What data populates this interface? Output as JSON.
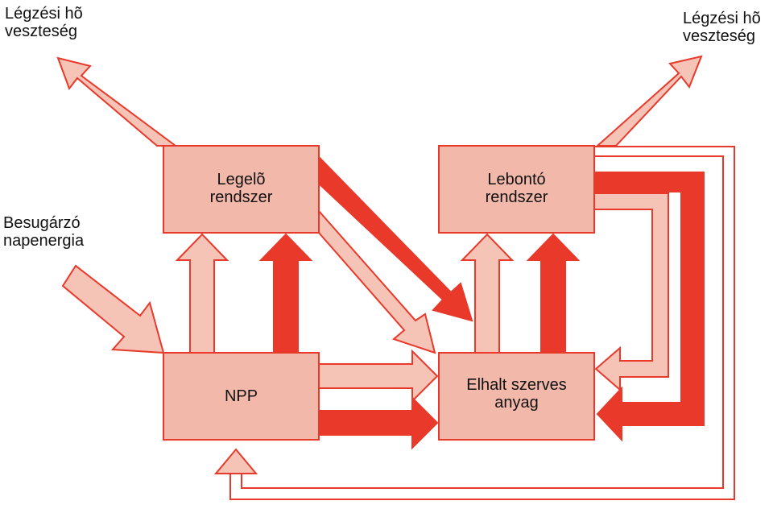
{
  "colors": {
    "outline": "#e8392b",
    "box_fill": "#f2b9aa",
    "light_arrow_fill": "#f5c4b6",
    "dark_arrow_fill": "#e8392b",
    "text": "#111111"
  },
  "labels": {
    "heat_loss_left": [
      "Légzési hõ",
      "veszteség"
    ],
    "heat_loss_right": [
      "Légzési hõ",
      "veszteség"
    ],
    "solar_input": [
      "Besugárzó",
      "napenergia"
    ]
  },
  "boxes": {
    "grazing": [
      "Legelõ",
      "rendszer"
    ],
    "decomposer": [
      "Lebontó",
      "rendszer"
    ],
    "npp": [
      "NPP"
    ],
    "dead_organic": [
      "Elhalt szerves",
      "anyag"
    ]
  }
}
